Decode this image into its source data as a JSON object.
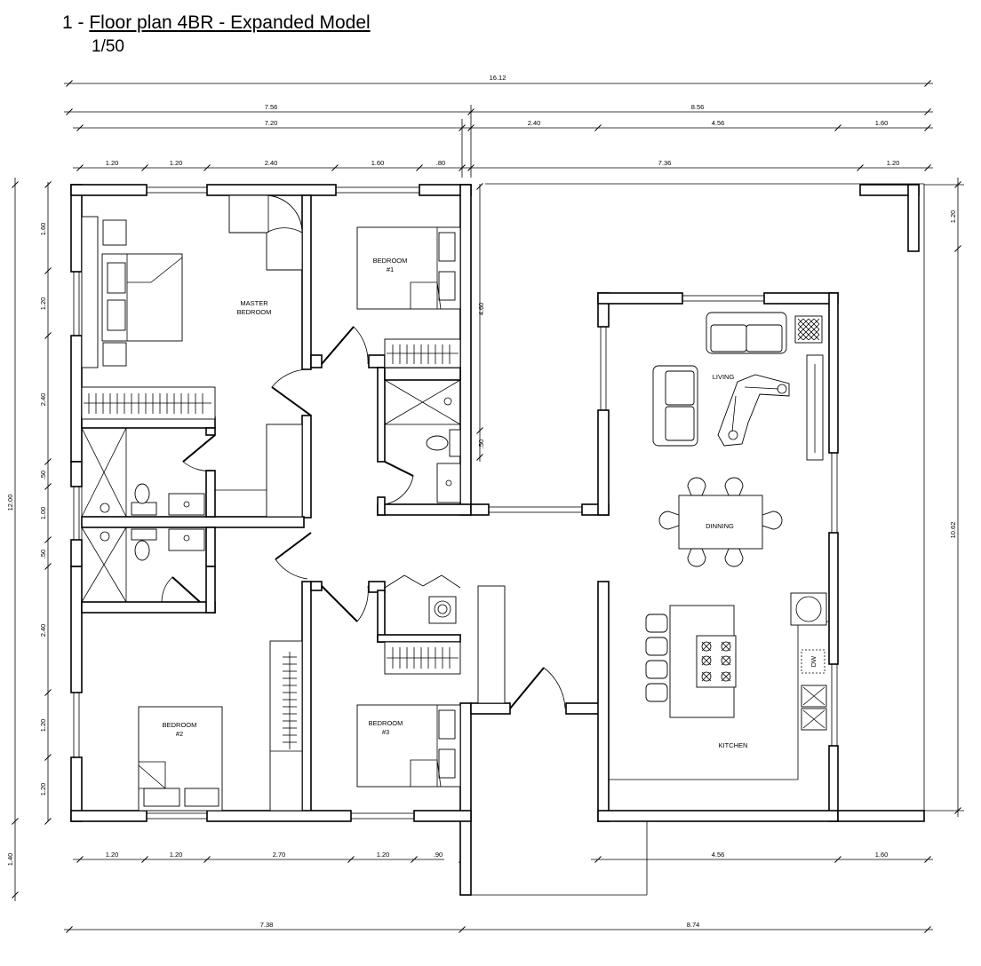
{
  "title": {
    "number": "1 - ",
    "name": "Floor plan 4BR - Expanded Model",
    "scale": "1/50"
  },
  "rooms": {
    "master": [
      "MASTER",
      "BEDROOM"
    ],
    "bedroom1": [
      "BEDROOM",
      "#1"
    ],
    "bedroom2": [
      "BEDROOM",
      "#2"
    ],
    "bedroom3": [
      "BEDROOM",
      "#3"
    ],
    "living": "LIVING",
    "dinning": "DINNING",
    "kitchen": "KITCHEN",
    "dishwasher": "DW"
  },
  "dimensions": {
    "top_overall": "16.12",
    "top_split": [
      "7.56",
      "8.56"
    ],
    "top_sub": [
      "7.20",
      "2.40",
      "4.56",
      "1.60"
    ],
    "top_openings": [
      "1.20",
      "1.20",
      "2.40",
      "1.60",
      ".80",
      "7.36",
      "1.20"
    ],
    "left_column": [
      "1.60",
      "1.20",
      "2.40",
      ".50",
      "1.00",
      ".50",
      "2.40",
      "1.20",
      "1.20"
    ],
    "left_overall": "12.00",
    "left_bottom": "1.40",
    "right_top": "1.20",
    "right_overall": "10.62",
    "inner_vertical": [
      "4.60",
      ".50"
    ],
    "bottom_openings": [
      "1.20",
      "1.20",
      "2.70",
      "1.20",
      ".90"
    ],
    "bottom_right": [
      "4.56",
      "1.60"
    ],
    "bottom_overall": [
      "7.38",
      "8.74"
    ]
  }
}
